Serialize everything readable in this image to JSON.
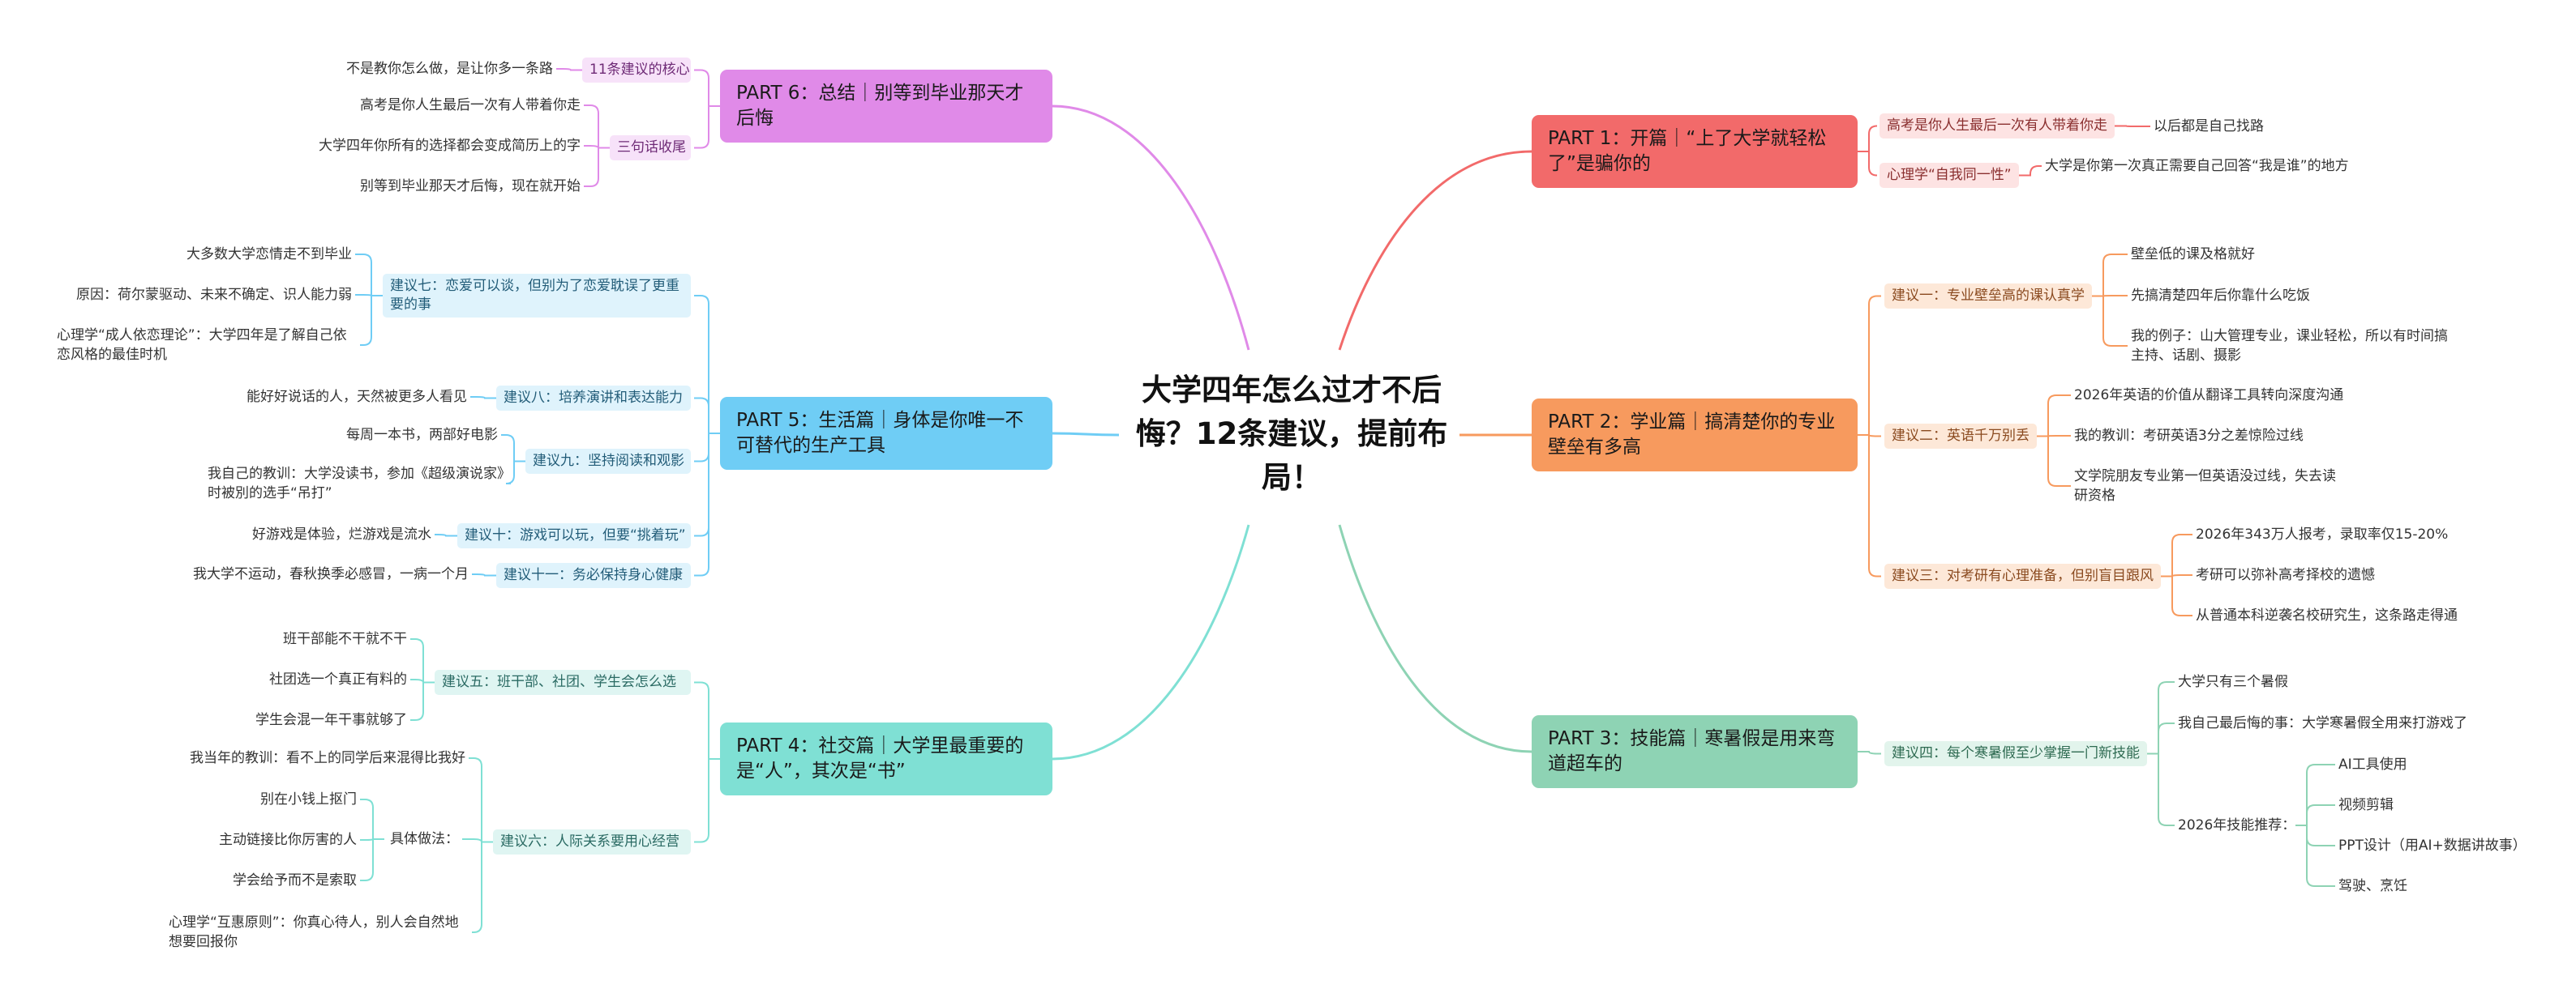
{
  "root": {
    "title": "大学四年怎么过才不后悔？12条建议，提前布局！"
  },
  "branches": {
    "p1": {
      "title": "PART 1：开篇｜“上了大学就轻松了”是骗你的",
      "color": "#f26a6a",
      "items": [
        {
          "label": "高考是你人生最后一次有人带着你走",
          "leaves": [
            "以后都是自己找路"
          ]
        },
        {
          "label": "心理学“自我同一性”",
          "leaves": [
            "大学是你第一次真正需要自己回答“我是谁”的地方"
          ]
        }
      ]
    },
    "p2": {
      "title": "PART 2：学业篇｜搞清楚你的专业壁垒有多高",
      "color": "#f79a5e",
      "items": [
        {
          "label": "建议一：专业壁垒高的课认真学",
          "leaves": [
            "壁垒低的课及格就好",
            "先搞清楚四年后你靠什么吃饭",
            "我的例子：山大管理专业，课业轻松，所以有时间搞主持、话剧、摄影"
          ]
        },
        {
          "label": "建议二：英语千万别丢",
          "leaves": [
            "2026年英语的价值从翻译工具转向深度沟通",
            "我的教训：考研英语3分之差惊险过线",
            "文学院朋友专业第一但英语没过线，失去读研资格"
          ]
        },
        {
          "label": "建议三：对考研有心理准备，但别盲目跟风",
          "leaves": [
            "2026年343万人报考，录取率仅15-20%",
            "考研可以弥补高考择校的遗憾",
            "从普通本科逆袭名校研究生，这条路走得通"
          ]
        }
      ]
    },
    "p3": {
      "title": "PART 3：技能篇｜寒暑假是用来弯道超车的",
      "color": "#8ed3b4",
      "items": [
        {
          "label": "建议四：每个寒暑假至少掌握一门新技能",
          "leaves": [
            "大学只有三个暑假",
            "我自己最后悔的事：大学寒暑假全用来打游戏了"
          ],
          "group": {
            "label": "2026年技能推荐：",
            "leaves": [
              "AI工具使用",
              "视频剪辑",
              "PPT设计（用AI+数据讲故事）",
              "驾驶、烹饪"
            ]
          }
        }
      ]
    },
    "p4": {
      "title": "PART 4：社交篇｜大学里最重要的是“人”，其次是“书”",
      "color": "#7fe0d4",
      "items": [
        {
          "label": "建议五：班干部、社团、学生会怎么选",
          "leaves": [
            "班干部能不干就不干",
            "社团选一个真正有料的",
            "学生会混一年干事就够了"
          ]
        },
        {
          "label": "建议六：人际关系要用心经营",
          "leaves": [
            "我当年的教训：看不上的同学后来混得比我好",
            "心理学“互惠原则”：你真心待人，别人会自然地想要回报你"
          ],
          "group": {
            "label": "具体做法：",
            "leaves": [
              "别在小钱上抠门",
              "主动链接比你厉害的人",
              "学会给予而不是索取"
            ]
          }
        }
      ]
    },
    "p5": {
      "title": "PART 5：生活篇｜身体是你唯一不可替代的生产工具",
      "color": "#6fcdf5",
      "items": [
        {
          "label": "建议七：恋爱可以谈，但别为了恋爱耽误了更重要的事",
          "leaves": [
            "大多数大学恋情走不到毕业",
            "原因：荷尔蒙驱动、未来不确定、识人能力弱",
            "心理学“成人依恋理论”：大学四年是了解自己依恋风格的最佳时机"
          ]
        },
        {
          "label": "建议八：培养演讲和表达能力",
          "leaves": [
            "能好好说话的人，天然被更多人看见"
          ]
        },
        {
          "label": "建议九：坚持阅读和观影",
          "leaves": [
            "每周一本书，两部好电影",
            "我自己的教训：大学没读书，参加《超级演说家》时被別的选手“吊打”"
          ]
        },
        {
          "label": "建议十：游戏可以玩，但要“挑着玩”",
          "leaves": [
            "好游戏是体验，烂游戏是流水"
          ]
        },
        {
          "label": "建议十一：务必保持身心健康",
          "leaves": [
            "我大学不运动，春秋换季必感冒，一病一个月"
          ]
        }
      ]
    },
    "p6": {
      "title": "PART 6：总结｜别等到毕业那天才后悔",
      "color": "#e08ae8",
      "items": [
        {
          "label": "11条建议的核心",
          "leaves": [
            "不是教你怎么做，是让你多一条路"
          ]
        },
        {
          "label": "三句话收尾",
          "leaves": [
            "高考是你人生最后一次有人带着你走",
            "大学四年你所有的选择都会变成简历上的字",
            "别等到毕业那天才后悔，现在就开始"
          ]
        }
      ]
    }
  }
}
